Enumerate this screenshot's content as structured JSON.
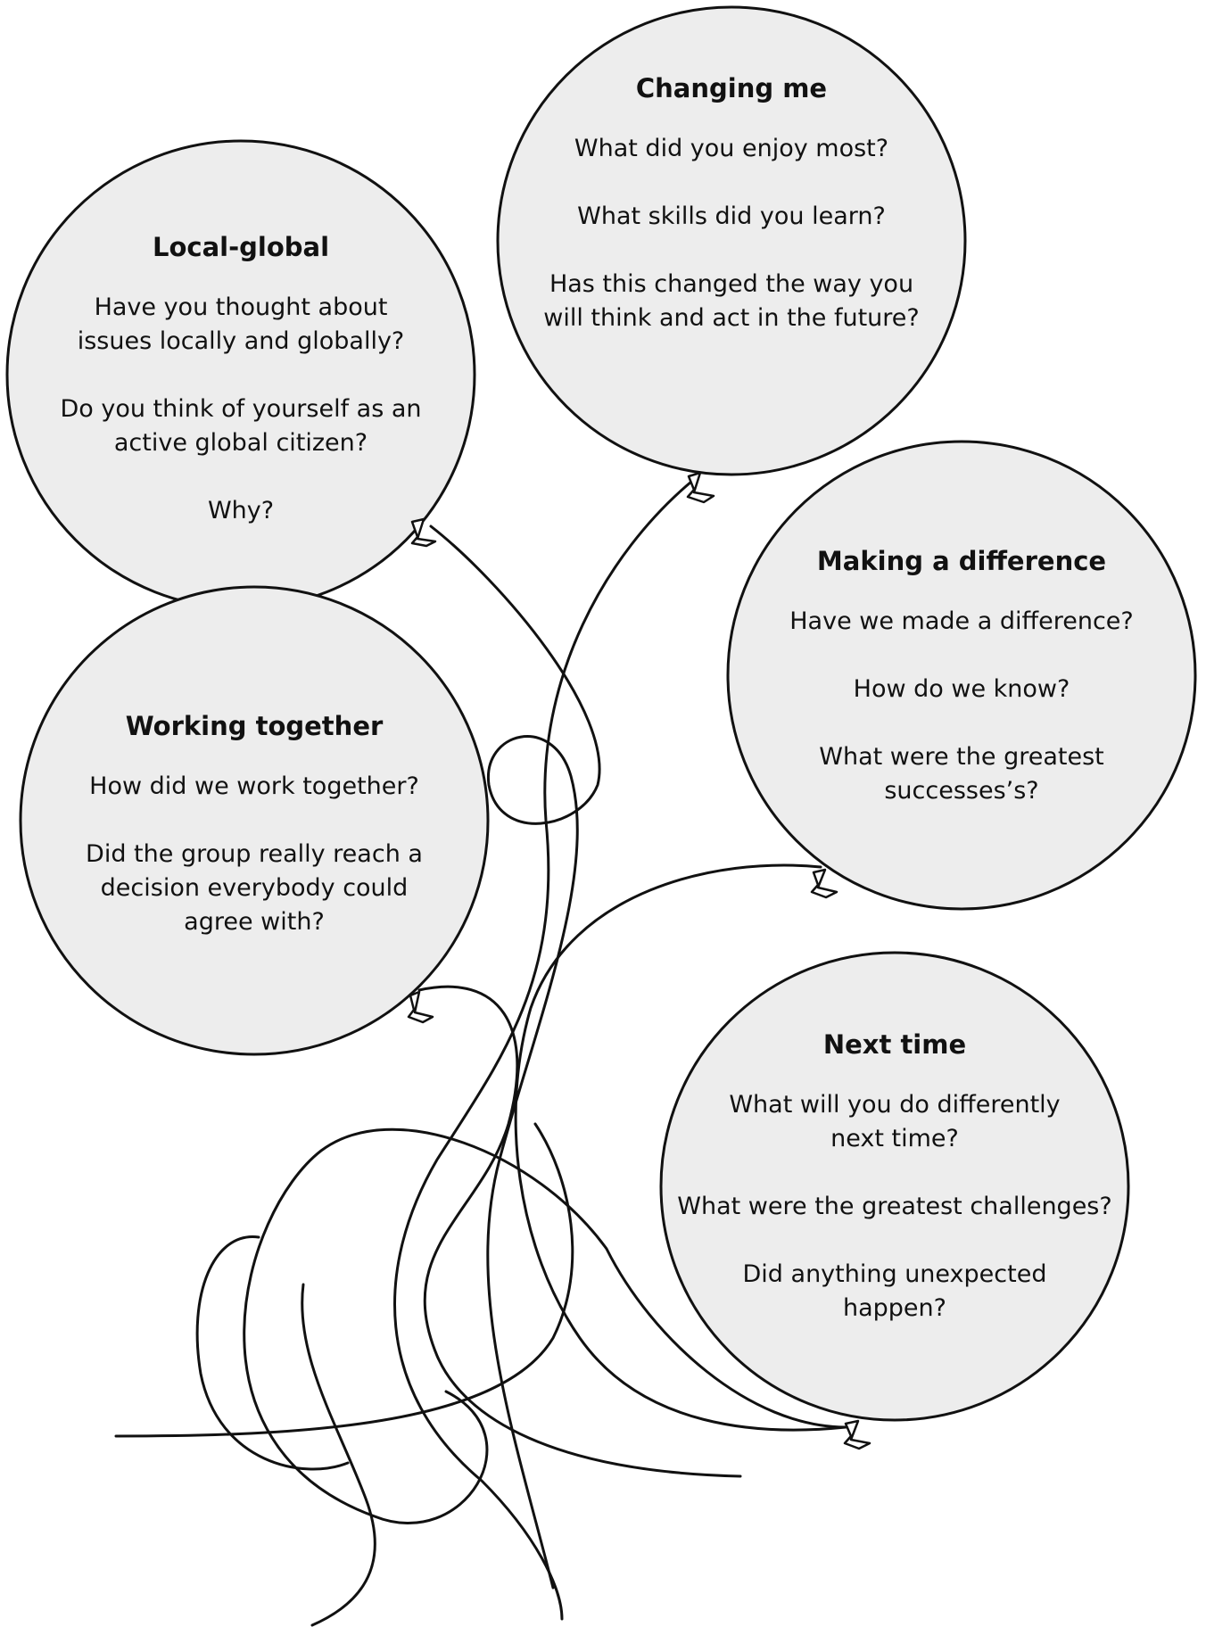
{
  "colors": {
    "balloon_fill": "#ededed",
    "outline": "#111111",
    "background": "#ffffff"
  },
  "balloons": {
    "changing_me": {
      "title": "Changing me",
      "questions": [
        "What did you enjoy most?",
        "What skills did you learn?",
        "Has this changed the way you\nwill think and act in the future?"
      ]
    },
    "local_global": {
      "title": "Local-global",
      "questions": [
        "Have you thought about\nissues locally and globally?",
        "Do you think of yourself as an\nactive global citizen?",
        "Why?"
      ]
    },
    "making_difference": {
      "title": "Making a difference",
      "questions": [
        "Have we made a difference?",
        "How do we know?",
        "What were the greatest\nsuccesses’s?"
      ]
    },
    "working_together": {
      "title": "Working together",
      "questions": [
        "How did we work together?",
        "Did the group really reach a\ndecision everybody could\nagree with?"
      ]
    },
    "next_time": {
      "title": "Next time",
      "questions": [
        "What will you do differently\nnext time?",
        "What were the greatest challenges?",
        "Did anything unexpected\nhappen?"
      ]
    }
  }
}
